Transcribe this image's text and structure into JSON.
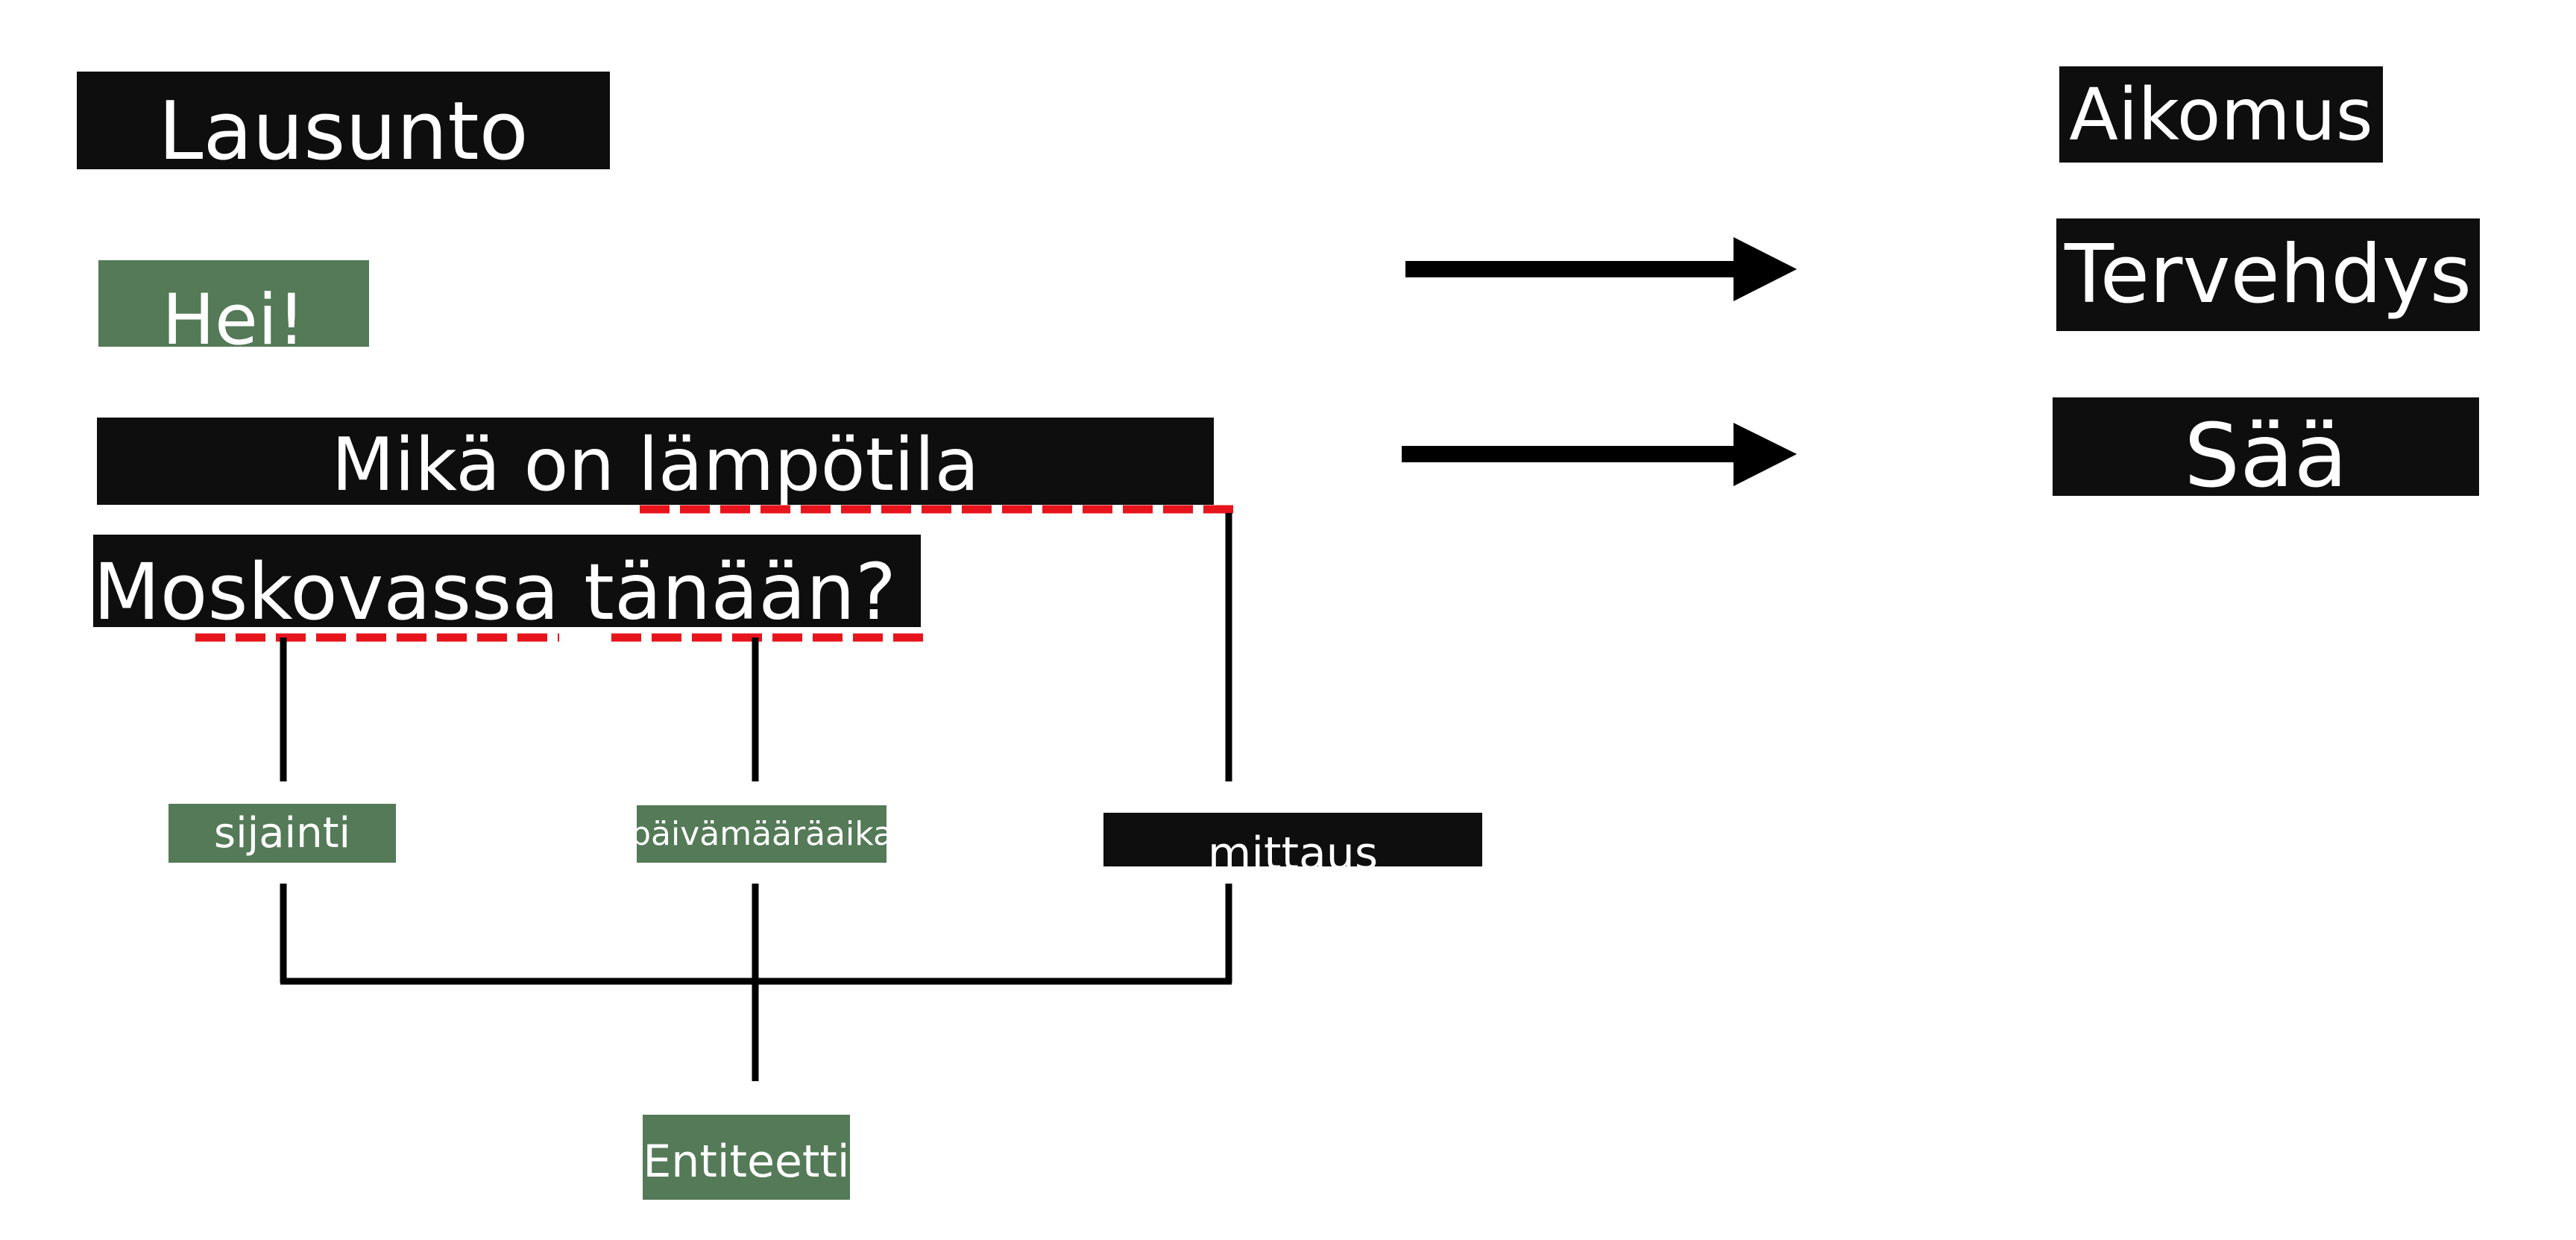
{
  "utterance_header": "Lausunto",
  "intent_header": "Aikomus",
  "utterances": {
    "greeting_text": "Hei!",
    "question_line1": "Mikä on lämpötila",
    "question_line2": "Moskovassa tänään?"
  },
  "intents": {
    "greeting_intent": "Tervehdys",
    "weather_intent": "Sää"
  },
  "entities": {
    "location": "sijainti",
    "datetime": "päivämääräaika",
    "measurement": "mittaus",
    "entity_root": "Entiteetti"
  },
  "colors": {
    "dark_fill": "#0e0e0e",
    "green_fill": "#547a57",
    "underline_red": "#e8141c",
    "line_black": "#000000",
    "text_white": "#ffffff"
  }
}
